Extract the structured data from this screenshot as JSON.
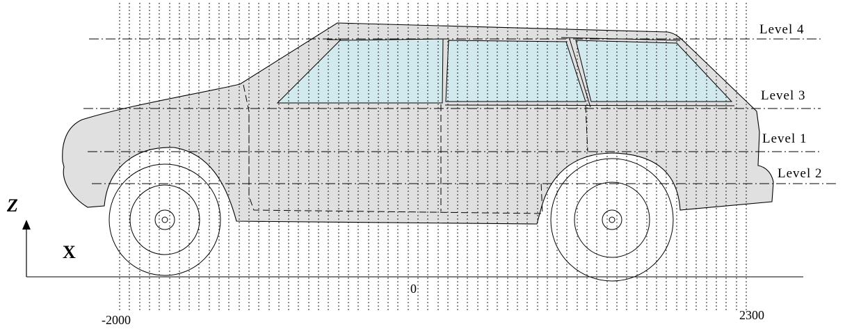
{
  "diagram": {
    "levels": [
      {
        "id": "level-4",
        "label": "Level 4"
      },
      {
        "id": "level-3",
        "label": "Level 3"
      },
      {
        "id": "level-1",
        "label": "Level 1"
      },
      {
        "id": "level-2",
        "label": "Level 2"
      }
    ],
    "axes": {
      "z_label": "Z",
      "x_label": "X"
    },
    "ticks": {
      "left": "-2000",
      "zero": "0",
      "right": "2300"
    },
    "colors": {
      "body": "#e0e0e0",
      "glass": "#d2e9ee",
      "stroke": "#000000"
    }
  }
}
